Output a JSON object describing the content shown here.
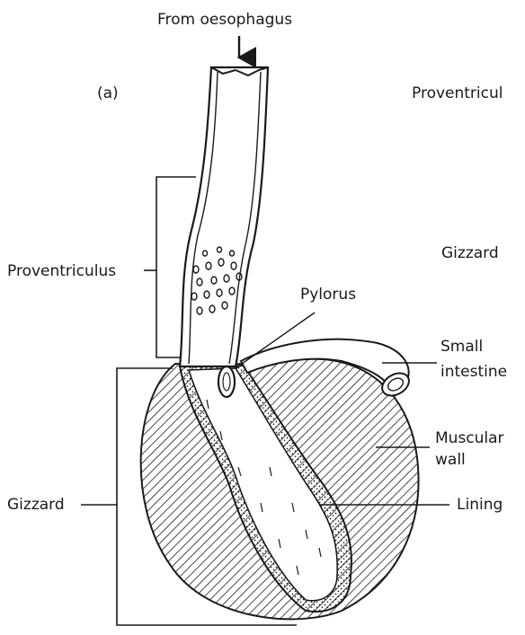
{
  "figure": {
    "panel_label": "(a)",
    "entry_label": "From oesophagus"
  },
  "left_labels": {
    "proventriculus": "Proventriculus",
    "gizzard": "Gizzard"
  },
  "callouts": {
    "pylorus": "Pylorus",
    "small_intestine_line1": "Small",
    "small_intestine_line2": "intestine",
    "muscular_wall_line1": "Muscular",
    "muscular_wall_line2": "wall",
    "lining": "Lining"
  },
  "right_panel_cut": {
    "proventricul": "Proventricul",
    "gizzard": "Gizzard"
  },
  "colors": {
    "ink": "#1a1a1a",
    "background": "#ffffff"
  }
}
